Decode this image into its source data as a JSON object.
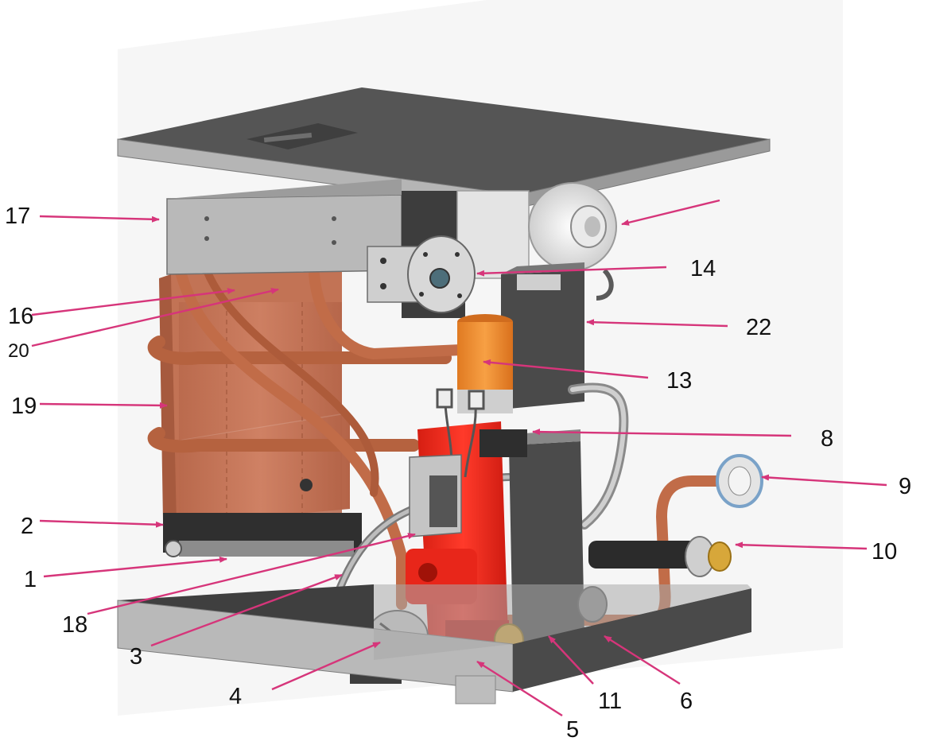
{
  "colors": {
    "arrow": "#d6357a",
    "copper": "#c8775a",
    "copper_dark": "#a65a3e",
    "pump_red": "#ee2a1c",
    "steel": "#b9b9b9",
    "steel_dark": "#5c5c5c",
    "plate_dark": "#555555",
    "orange_filter": "#f08a2c",
    "background_panel": "#f6f6f6"
  },
  "callouts": [
    {
      "id": "17",
      "label": "17"
    },
    {
      "id": "top-right",
      "label": ""
    },
    {
      "id": "14",
      "label": "14"
    },
    {
      "id": "16",
      "label": "16"
    },
    {
      "id": "20",
      "label": "20"
    },
    {
      "id": "22",
      "label": "22"
    },
    {
      "id": "13",
      "label": "13"
    },
    {
      "id": "19",
      "label": "19"
    },
    {
      "id": "8",
      "label": "8"
    },
    {
      "id": "9",
      "label": "9"
    },
    {
      "id": "2",
      "label": "2"
    },
    {
      "id": "10",
      "label": "10"
    },
    {
      "id": "1",
      "label": "1"
    },
    {
      "id": "18",
      "label": "18"
    },
    {
      "id": "3",
      "label": "3"
    },
    {
      "id": "11",
      "label": "11"
    },
    {
      "id": "6",
      "label": "6"
    },
    {
      "id": "4",
      "label": "4"
    },
    {
      "id": "5",
      "label": "5"
    }
  ]
}
